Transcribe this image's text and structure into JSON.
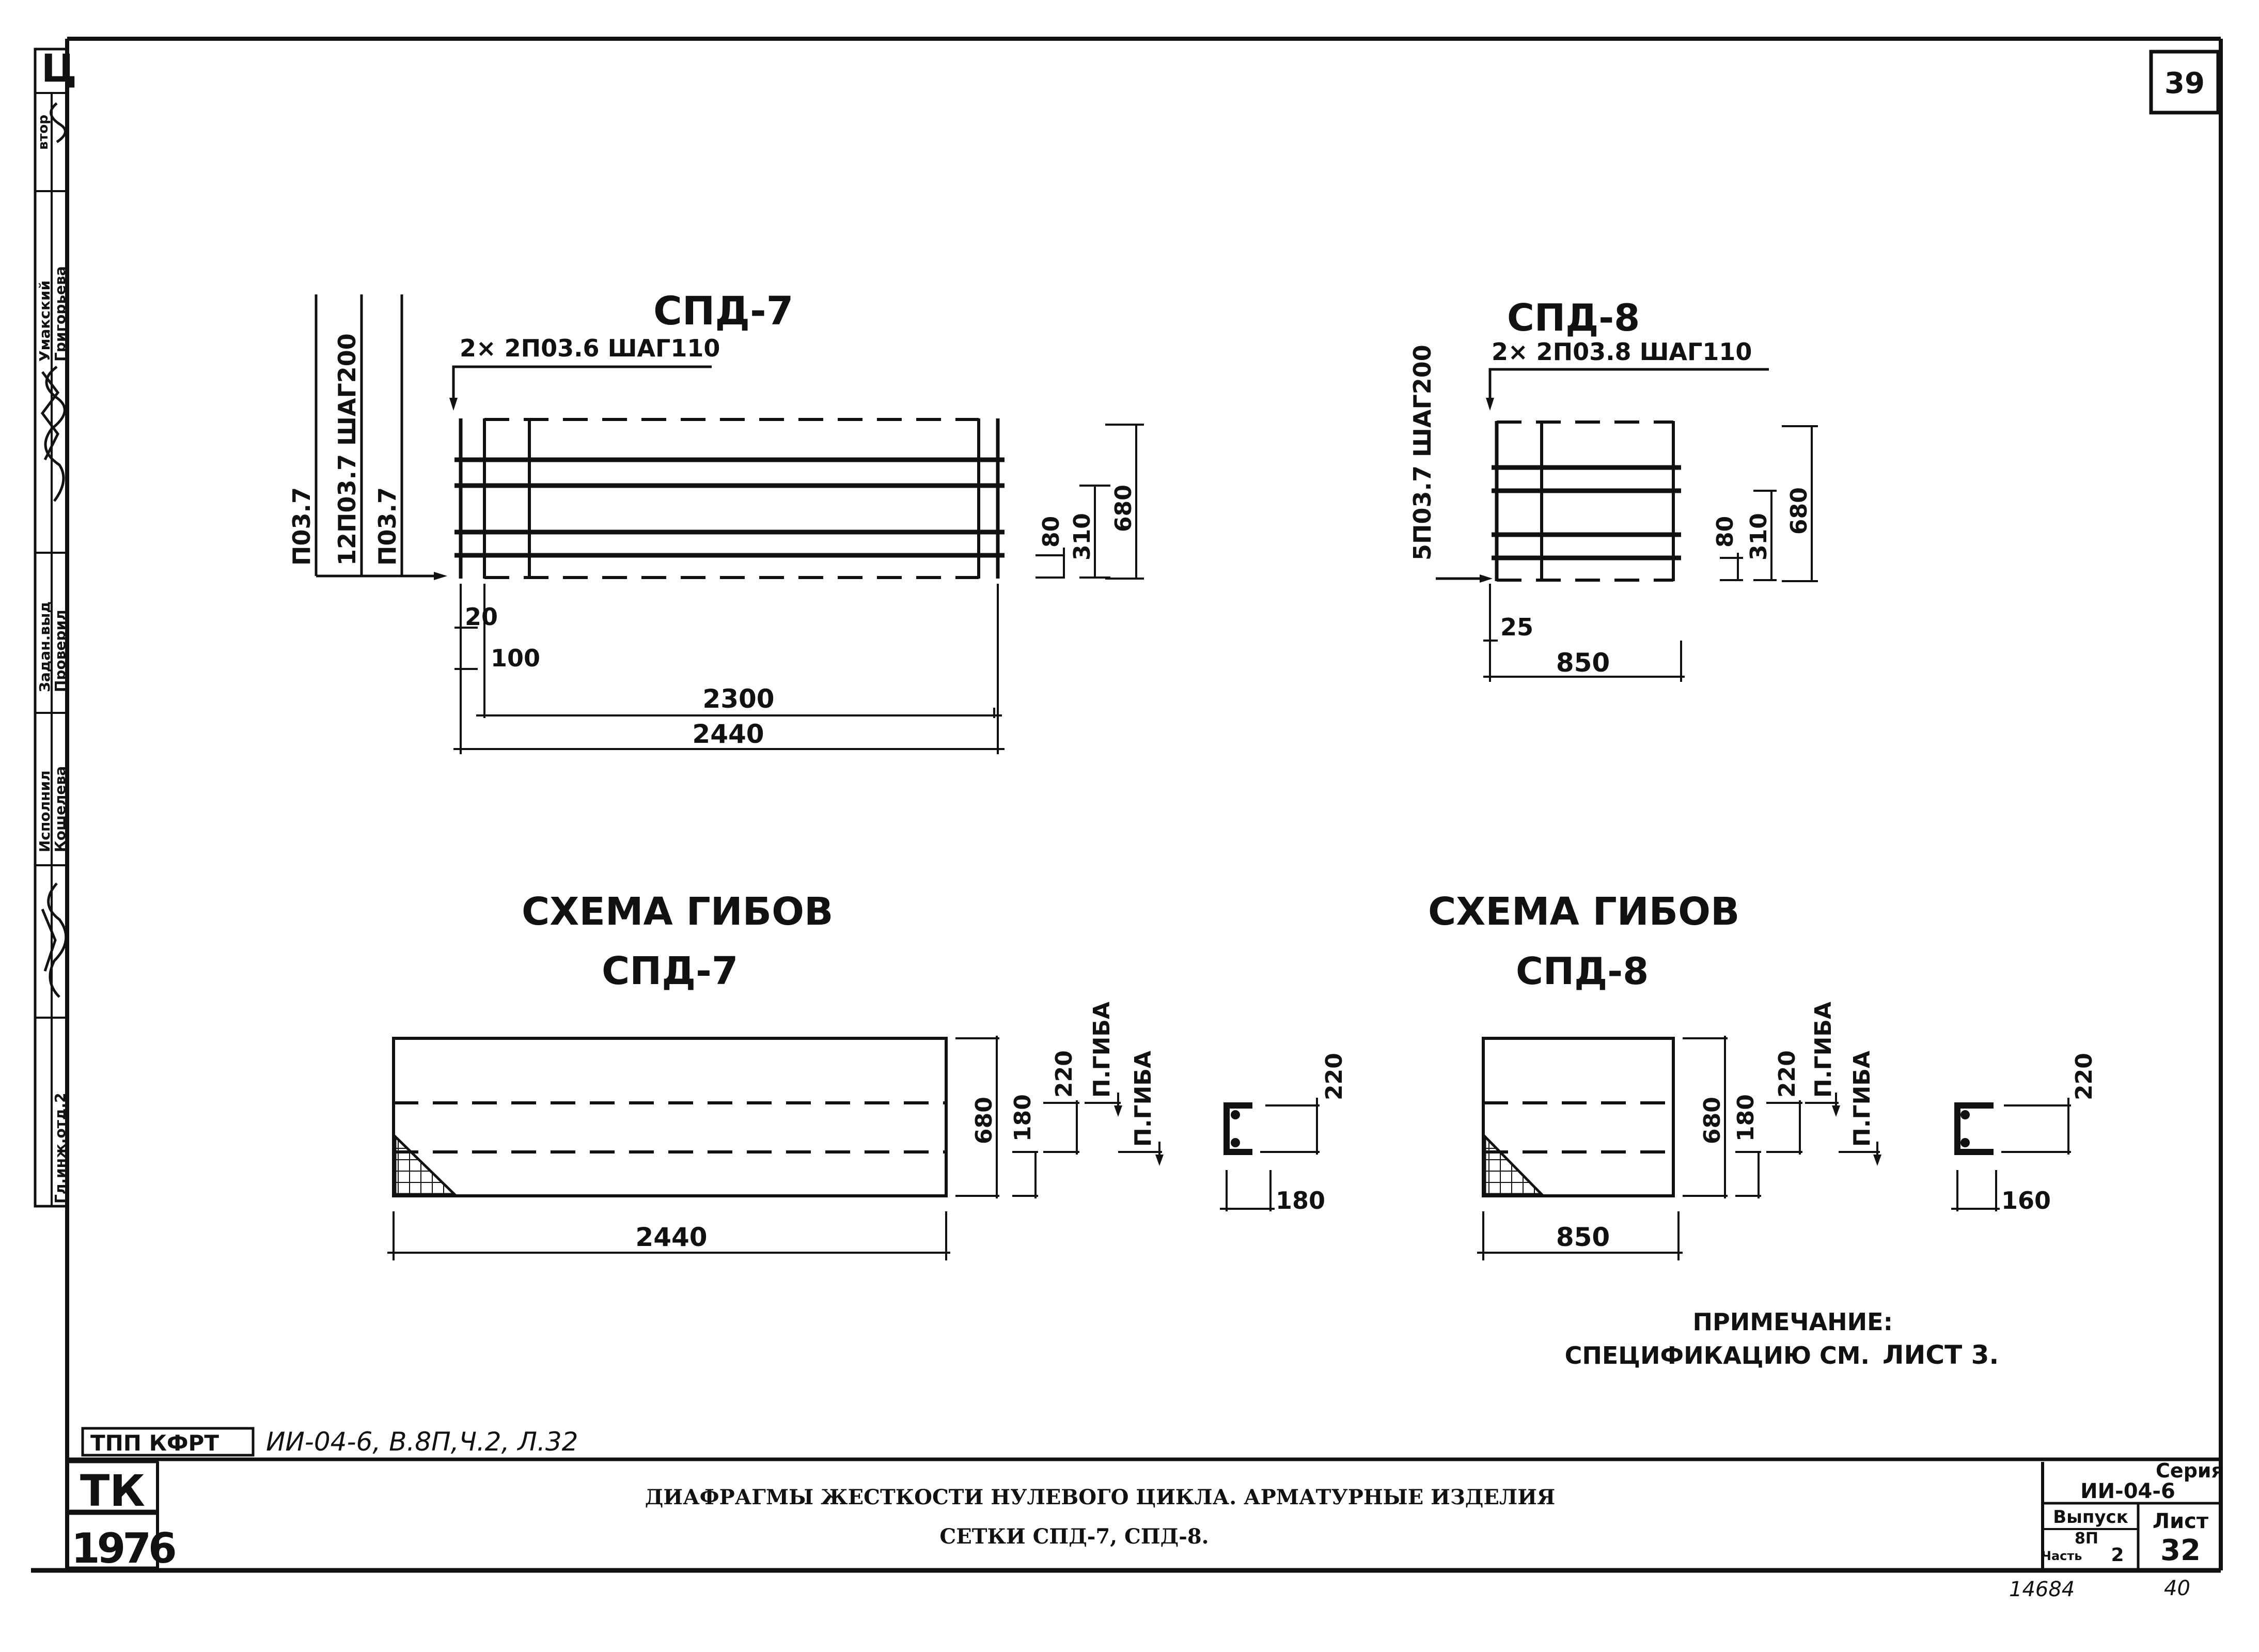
{
  "sheet": {
    "number": "39"
  },
  "side_stamp": {
    "letter": "Ц",
    "author_label": "втор",
    "rows": [
      {
        "role": "",
        "name": "Умакский"
      },
      {
        "role": "",
        "name": "Григорьева"
      },
      {
        "role": "Задан.выд",
        "name": ""
      },
      {
        "role": "Проверил",
        "name": ""
      },
      {
        "role": "Исполнил",
        "name": "Кошелева"
      },
      {
        "role": "Гл.инж.отд.2",
        "name": ""
      }
    ]
  },
  "spd7": {
    "title": "СПД-7",
    "top_callout": "2× 2П03.6 ШАГ110",
    "left_callouts": [
      "П03.7",
      "12П03.7 ШАГ200",
      "П03.7"
    ],
    "dim_vertical": [
      "80",
      "310",
      "680"
    ],
    "dim_small": [
      "20",
      "100"
    ],
    "dim_horizontal": [
      "2300",
      "2440"
    ]
  },
  "spd8": {
    "title": "СПД-8",
    "top_callout": "2× 2П03.8 ШАГ110",
    "left_callout": "5П03.7 ШАГ200",
    "dim_vertical": [
      "80",
      "310",
      "680"
    ],
    "dim_small": "25",
    "dim_horizontal": "850"
  },
  "bend7": {
    "heading": "СХЕМА ГИБОВ",
    "title": "СПД-7",
    "dim_vertical": [
      "680",
      "180",
      "220"
    ],
    "bend_labels": [
      "П.ГИБА",
      "П.ГИБА"
    ],
    "dim_length": "2440",
    "section": {
      "height": "220",
      "width": "180"
    }
  },
  "bend8": {
    "heading": "СХЕМА ГИБОВ",
    "title": "СПД-8",
    "dim_vertical": [
      "680",
      "180",
      "220"
    ],
    "bend_labels": [
      "П.ГИБА",
      "П.ГИБА"
    ],
    "dim_length": "850",
    "section": {
      "height": "220",
      "width": "160"
    }
  },
  "note": {
    "heading": "ПРИМЕЧАНИЕ:",
    "text": "СПЕЦИФИКАЦИЮ СМ.",
    "ref": "ЛИСТ 3."
  },
  "tpp": {
    "stamp": "ТПП КФРТ",
    "code": "ИИ-04-6, В.8П,Ч.2, Л.32"
  },
  "title_block": {
    "org": "ТК",
    "year": "1976",
    "line1": "ДИАФРАГМЫ ЖЕСТКОСТИ НУЛЕВОГО ЦИКЛА. АРМАТУРНЫЕ ИЗДЕЛИЯ",
    "line2": "СЕТКИ СПД-7, СПД-8.",
    "series_label": "Серия",
    "series_value": "ИИ-04-6",
    "issue_label": "Выпуск",
    "issue_value": "8П",
    "part_label": "Часть",
    "part_value": "2",
    "sheet_label": "Лист",
    "sheet_value": "32"
  },
  "handwritten": {
    "inventory": "14684",
    "extra": "40"
  }
}
